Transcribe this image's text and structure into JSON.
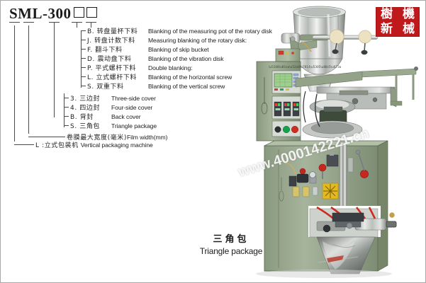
{
  "page": {
    "background_color": "#ffffff",
    "border_color": "#a8a8a8"
  },
  "title": {
    "model": "SML-300",
    "box_count": 2
  },
  "logo": {
    "name": "shu-ji-xin-xie-stamp",
    "color": "#c0191c",
    "chars": [
      "樹",
      "機",
      "新",
      "械"
    ]
  },
  "watermark": {
    "text": "www.4000142221.cn",
    "color": "#ffffff",
    "rotation_deg": -17
  },
  "spec_groups": {
    "blanking": [
      {
        "cn": "B. 转盘量杯下料",
        "en": "Blanking of the measuring pot of the rotary disk"
      },
      {
        "cn": "J. 转盘计数下料",
        "en": "Measuring blanking of the rotary disk:"
      },
      {
        "cn": "F. 翻斗下料",
        "en": "Blanking of skip bucket"
      },
      {
        "cn": "D. 震动盘下料",
        "en": "Blanking of the vibration disk"
      },
      {
        "cn": "P. 平式螺杆下料",
        "en": "Double blanking:"
      },
      {
        "cn": "L. 立式螺杆下料",
        "en": "Blanking of the horizontal screw"
      },
      {
        "cn": "S. 双重下料",
        "en": "Blanking of the vertical screw"
      }
    ],
    "sealing": [
      {
        "cn": "3. 三边封",
        "en": "Three-side cover"
      },
      {
        "cn": "4. 四边封",
        "en": "Four-side cover"
      },
      {
        "cn": "B. 背封",
        "en": "Back cover"
      },
      {
        "cn": "S. 三角包",
        "en": "Triangle package"
      }
    ],
    "film_width": {
      "cn": "卷膜最大宽度(毫米)",
      "en": "Film width(mm)"
    },
    "machine_type": {
      "cn": "L :立式包装机",
      "en": "Vertical packaging machine"
    }
  },
  "caption": {
    "cn": "三角包",
    "en": "Triangle package"
  },
  "machine": {
    "alt": "SML-300 vertical packaging machine photograph",
    "body_color": "#9aa992",
    "hopper_color": "#c9ccc9",
    "panel_screen_color": "#9fcf8e",
    "indicator_colors": [
      "#d03a2a",
      "#2aa34a",
      "#d8c02a"
    ]
  }
}
